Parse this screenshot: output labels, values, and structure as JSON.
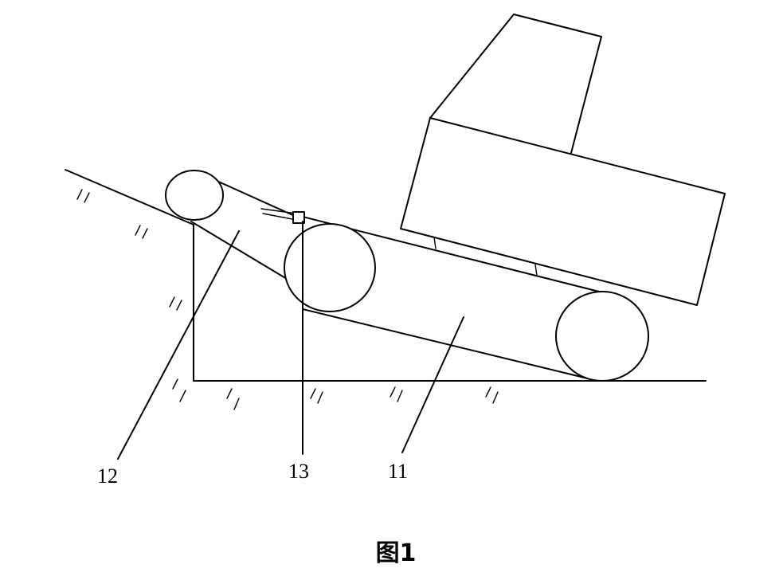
{
  "figure": {
    "caption": "图1",
    "labels": {
      "label_12": "12",
      "label_13": "13",
      "label_11": "11"
    }
  }
}
